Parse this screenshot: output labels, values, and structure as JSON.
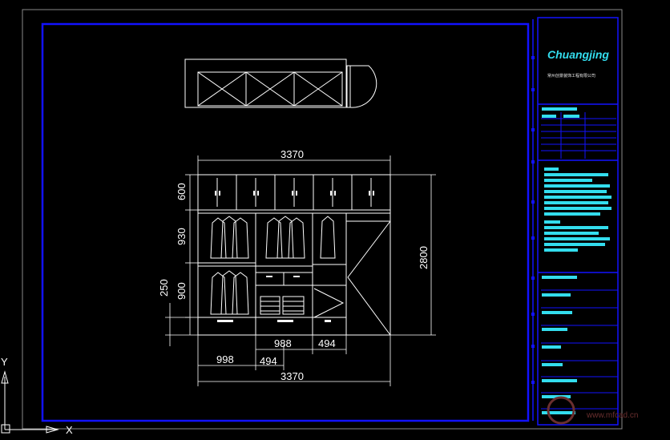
{
  "cad": {
    "colors": {
      "background": "#000000",
      "frame_blue": "#1212ff",
      "cyan": "#33ddee",
      "line_white": "#ffffff"
    },
    "title_block": {
      "brand": "Chuangjing",
      "company": "常州创景装饰工程有限公司"
    },
    "dimensions": {
      "top_width": "3370",
      "upper_cabinet_h": "600",
      "hanging_h": "930",
      "lower_h": "900",
      "plinth_h": "250",
      "total_height": "2800",
      "mid_988": "988",
      "mid_494": "494",
      "left_998": "998",
      "left_494": "494",
      "bottom_width": "3370"
    },
    "axes": {
      "y_label": "Y",
      "x_label": "X"
    },
    "watermark": "www.mfcad.cn"
  }
}
